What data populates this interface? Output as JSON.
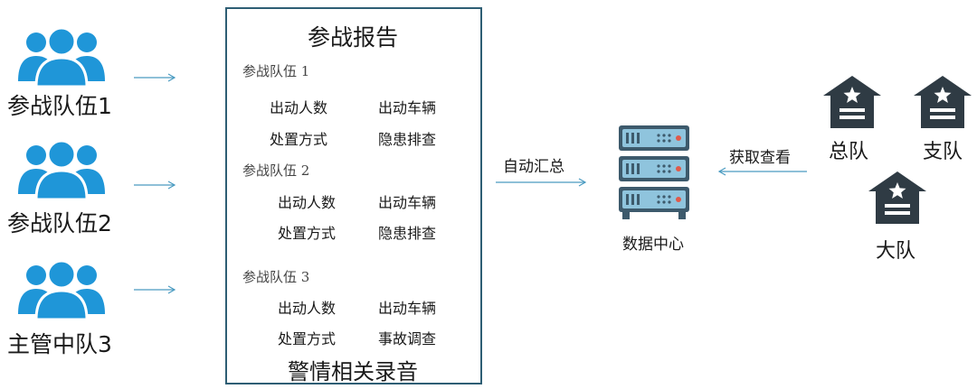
{
  "teams": [
    {
      "label": "参战队伍1"
    },
    {
      "label": "参战队伍2"
    },
    {
      "label": "主管中队3"
    }
  ],
  "report": {
    "title": "参战报告",
    "groups": [
      {
        "title": "参战队伍 1",
        "items": [
          "出动人数",
          "出动车辆",
          "处置方式",
          "隐患排查"
        ]
      },
      {
        "title": "参战队伍 2",
        "items": [
          "出动人数",
          "出动车辆",
          "处置方式",
          "隐患排查"
        ]
      },
      {
        "title": "参战队伍 3",
        "items": [
          "出动人数",
          "出动车辆",
          "处置方式",
          "事故调查"
        ]
      }
    ],
    "footer": "警情相关录音"
  },
  "flow": {
    "auto_summary_label": "自动汇总",
    "data_center_label": "数据中心",
    "fetch_view_label": "获取查看"
  },
  "units": [
    {
      "label": "总队"
    },
    {
      "label": "支队"
    },
    {
      "label": "大队"
    }
  ],
  "colors": {
    "people_icon": "#1f96d8",
    "arrow": "#4a9bc1",
    "box_border": "#2e5e74",
    "server_dark": "#3d5a6c",
    "server_light": "#8fc4dd",
    "server_led": "#e05a4a",
    "building": "#2f3b44"
  },
  "icons": {
    "team": "people-group-icon",
    "server": "server-icon",
    "building": "building-star-icon"
  }
}
